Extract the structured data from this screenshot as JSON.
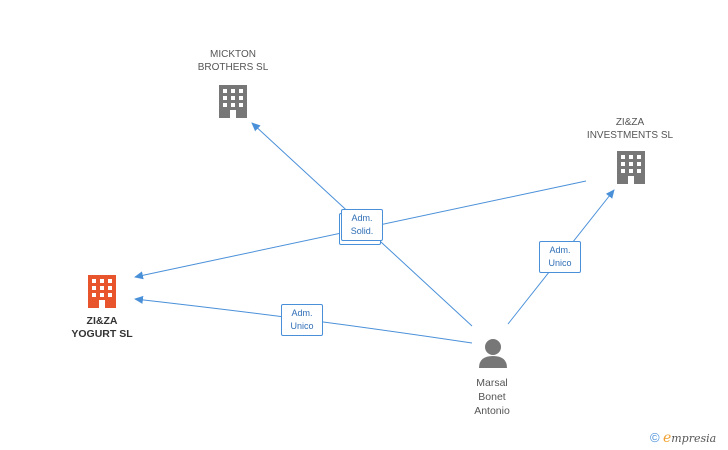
{
  "nodes": {
    "mickton": {
      "name_line1": "MICKTON",
      "name_line2": "BROTHERS SL",
      "icon": "building-icon",
      "color": "#777777"
    },
    "zizainv": {
      "name_line1": "ZI&ZA",
      "name_line2": "INVESTMENTS SL",
      "icon": "building-icon",
      "color": "#777777"
    },
    "zizayog": {
      "name_line1": "ZI&ZA",
      "name_line2": "YOGURT SL",
      "icon": "building-icon",
      "color": "#e8542b"
    },
    "marsal": {
      "name_line1": "Marsal",
      "name_line2": "Bonet",
      "name_line3": "Antonio",
      "icon": "person-icon",
      "color": "#777777"
    }
  },
  "edges": {
    "solid": {
      "line1": "Adm.",
      "line2": "Solid."
    },
    "unico_yogurt": {
      "line1": "Adm.",
      "line2": "Unico"
    },
    "unico_inv": {
      "line1": "Adm.",
      "line2": "Unico"
    }
  },
  "colors": {
    "edge": "#4a90d9"
  },
  "watermark": {
    "copyright": "©",
    "brand_e": "e",
    "brand_rest": "mpresia"
  }
}
